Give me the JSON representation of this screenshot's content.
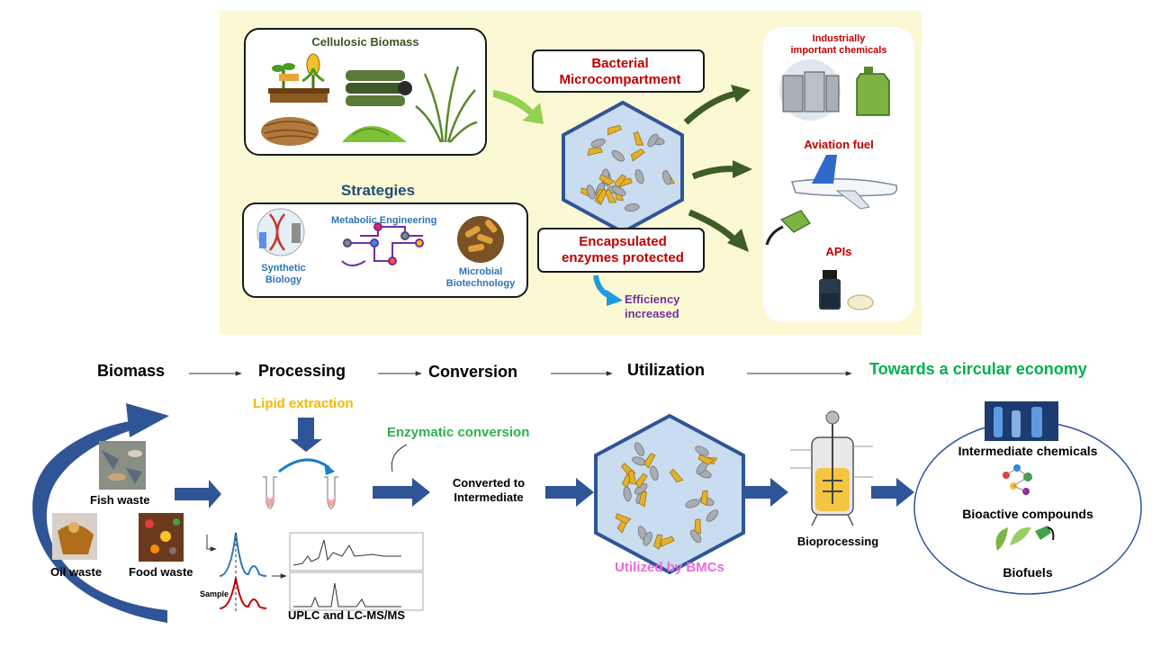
{
  "top": {
    "cellulosic_title": "Cellulosic Biomass",
    "bmc_title_line1": "Bacterial",
    "bmc_title_line2": "Microcompartment",
    "strategies_title": "Strategies",
    "metabolic_engineering": "Metabolic Engineering",
    "synthetic_biology_line1": "Synthetic",
    "synthetic_biology_line2": "Biology",
    "microbial_biotech_line1": "Microbial",
    "microbial_biotech_line2": "Biotechnology",
    "encapsulated_line1": "Encapsulated",
    "encapsulated_line2": "enzymes protected",
    "efficiency_line1": "Efficiency",
    "efficiency_line2": "increased",
    "industrial_line1": "Industrially",
    "industrial_line2": "important chemicals",
    "aviation_fuel": "Aviation fuel",
    "apis": "APIs"
  },
  "flow": {
    "stages": [
      "Biomass",
      "Processing",
      "Conversion",
      "Utilization"
    ],
    "circular": "Towards a circular economy"
  },
  "bottom": {
    "lipid_extraction": "Lipid extraction",
    "enzymatic_conversion": "Enzymatic conversion",
    "fish_waste": "Fish waste",
    "oil_waste": "Oil waste",
    "food_waste": "Food waste",
    "converted_line1": "Converted to",
    "converted_line2": "Intermediate",
    "utilized_by_bmcs": "Utilized by BMCs",
    "bioprocessing": "Bioprocessing",
    "sample": "Sample",
    "uplc": "UPLC and LC-MS/MS",
    "outputs": [
      "Intermediate chemicals",
      "Bioactive compounds",
      "Biofuels"
    ]
  },
  "colors": {
    "panel_bg": "#fbf9d3",
    "arrow_blue": "#2f5597",
    "dark_green_arrow": "#3e5d24",
    "light_green_arrow": "#92d050",
    "red_text": "#c00000",
    "circular_green": "#00b050",
    "lipid_orange": "#f5b800",
    "enzymatic_green": "#2fb34a",
    "pink_text": "#e86bd8",
    "purple_text": "#7030a0",
    "strategy_blue": "#2e74b5",
    "hexagon_fill": "#c9dcf0",
    "hexagon_border": "#2f5597"
  },
  "icons": [
    "plant-icon",
    "corn-icon",
    "bamboo-icon",
    "hay-icon",
    "grass-icon",
    "dna-icon",
    "pathway-icon",
    "bacteria-icon",
    "storage-tank-icon",
    "jerrycan-icon",
    "airplane-icon",
    "fuel-nozzle-icon",
    "vial-icon",
    "tablet-icon",
    "tube-icon",
    "chromatogram-icon",
    "bioreactor-icon",
    "lab-glassware-icon",
    "molecule-icon",
    "biofuel-icon"
  ]
}
